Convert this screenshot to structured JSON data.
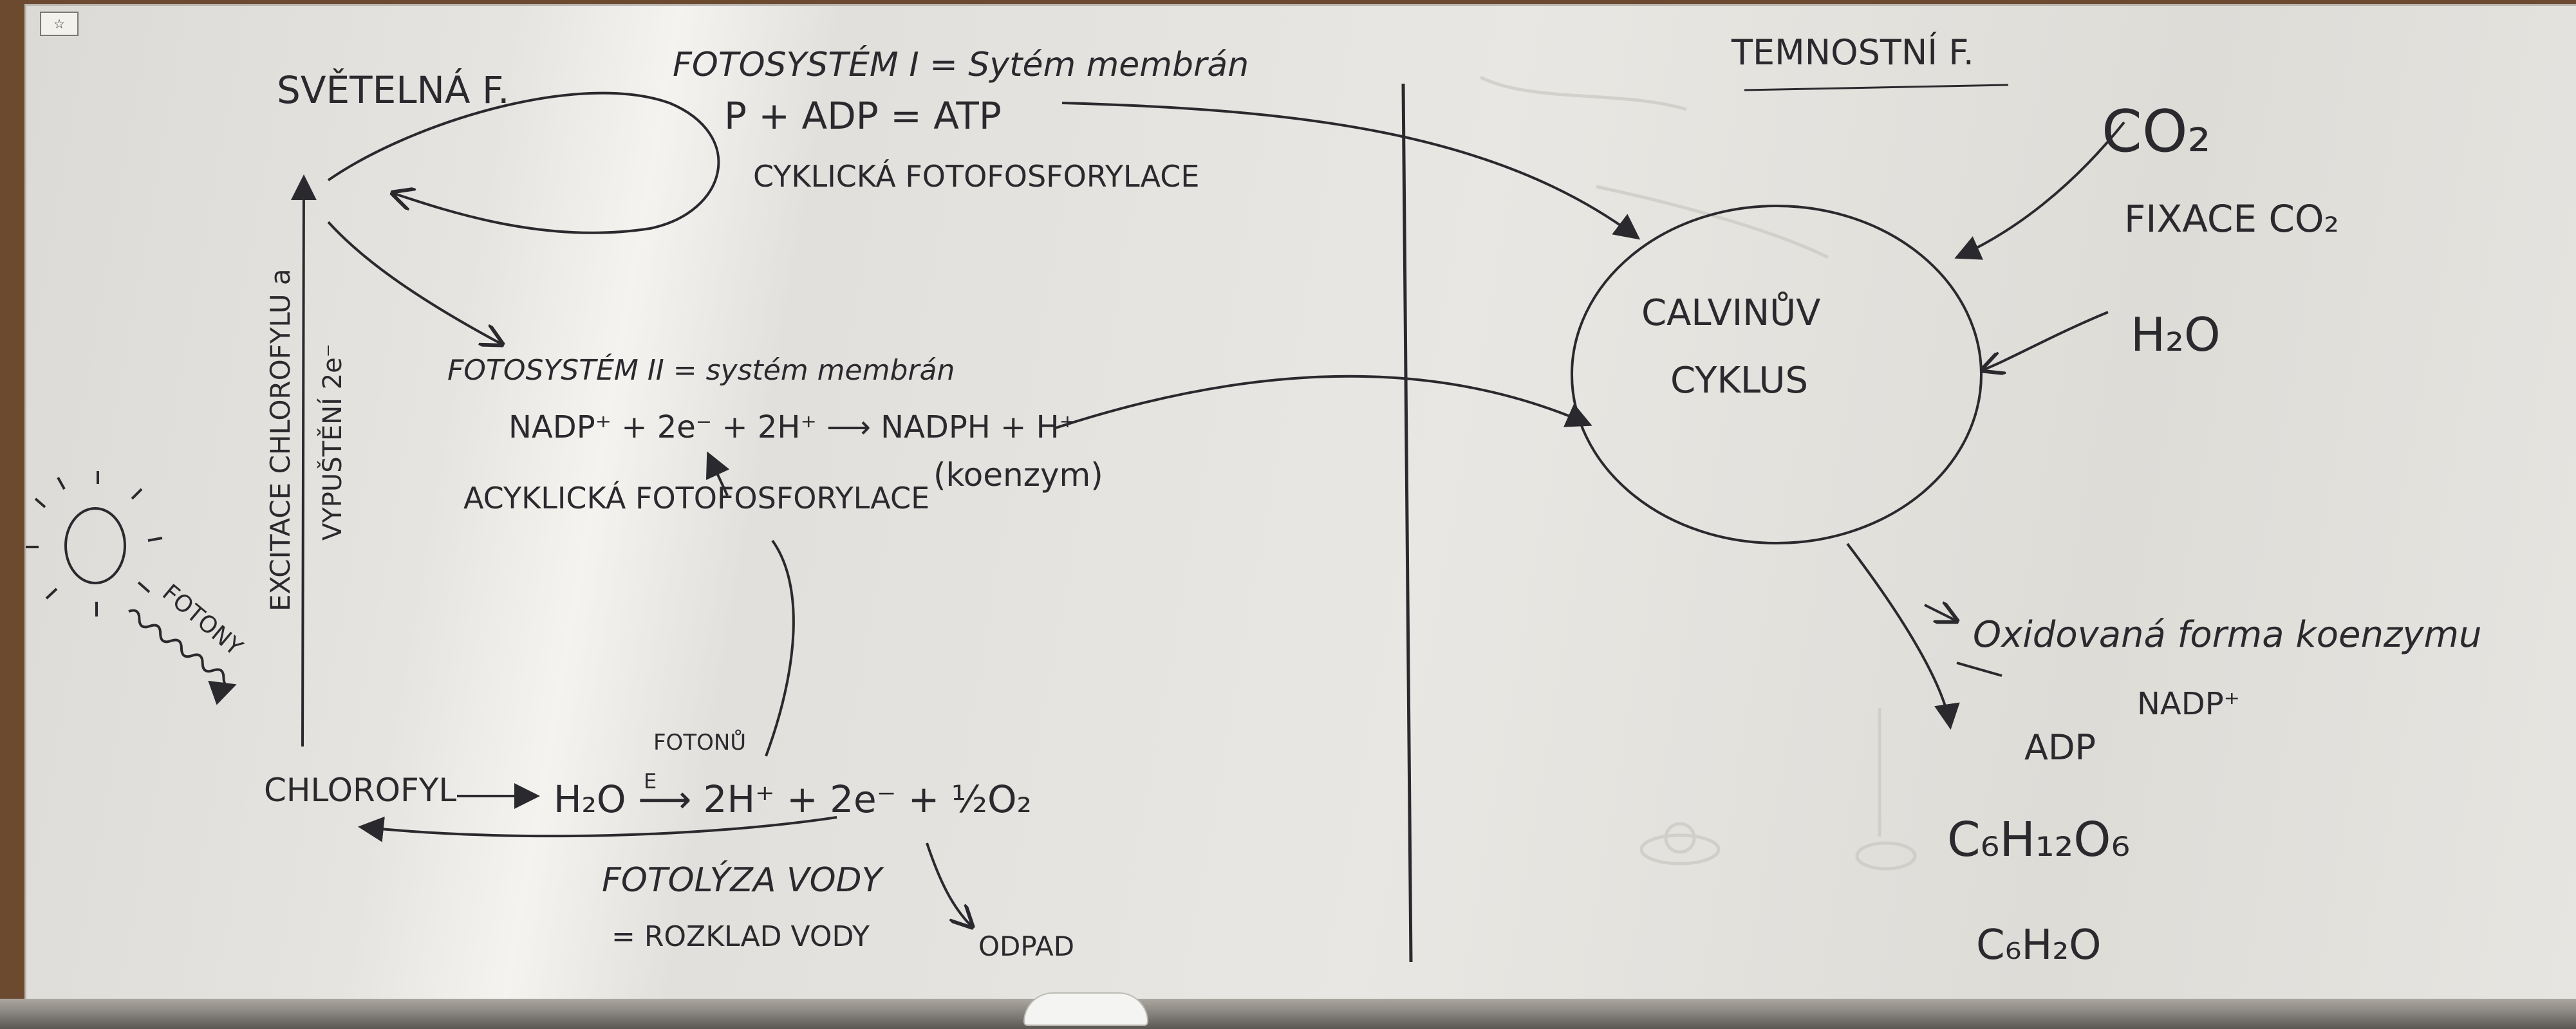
{
  "left": {
    "light_phase": "SVĚTELNÁ F.",
    "ps1_line1": "FOTOSYSTÉM I = Sytém membrán",
    "ps1_line2": "P + ADP = ATP",
    "ps1_line3": "CYKLICKÁ FOTOFOSFORYLACE",
    "ps2_line1": "FOTOSYSTÉM II = systém membrán",
    "ps2_line2": "NADP⁺ + 2e⁻ + 2H⁺ ⟶ NADPH + H⁺",
    "ps2_line3": "(koenzym)",
    "ps2_line4": "ACYKLICKÁ FOTOFOSFORYLACE",
    "excitation_1": "EXCITACE CHLOROFYLU a",
    "excitation_2": "VYPUŠTĚNÍ 2e⁻",
    "photons": "FOTONY",
    "chlorophyll": "CHLOROFYL",
    "photolysis_eq": "H₂O ⟶ 2H⁺ + 2e⁻ + ½O₂",
    "photon_label": "FOTONŮ",
    "e_label": "E",
    "photolysis_1": "FOTOLÝZA VODY",
    "photolysis_2": "= ROZKLAD VODY",
    "waste": "ODPAD"
  },
  "right": {
    "dark_phase": "TEMNOSTNÍ F.",
    "co2": "CO₂",
    "fixation": "FIXACE CO₂",
    "h2o": "H₂O",
    "calvin_1": "CALVINŮV",
    "calvin_2": "CYKLUS",
    "oxidized_1": "Oxidovaná forma koenzymu",
    "oxidized_2": "NADP⁺",
    "adp": "ADP",
    "glucose": "C₆H₁₂O₆",
    "c6h2o": "C₆H₂O"
  }
}
